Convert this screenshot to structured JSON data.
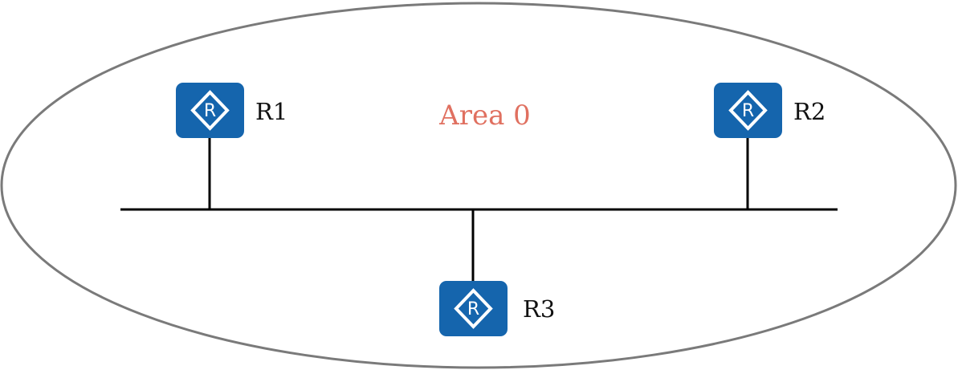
{
  "area": {
    "label": "Area 0",
    "label_color": "#e07060",
    "border_color": "#7a7a7a"
  },
  "routers": [
    {
      "id": "r1",
      "label": "R1",
      "icon": "router-icon",
      "glyph": "R"
    },
    {
      "id": "r2",
      "label": "R2",
      "icon": "router-icon",
      "glyph": "R"
    },
    {
      "id": "r3",
      "label": "R3",
      "icon": "router-icon",
      "glyph": "R"
    }
  ],
  "links": [
    {
      "from": "r1",
      "to": "bus"
    },
    {
      "from": "r2",
      "to": "bus"
    },
    {
      "from": "r3",
      "to": "bus"
    }
  ],
  "colors": {
    "router_fill": "#1565ad",
    "router_symbol": "#ffffff",
    "line": "#000000"
  }
}
